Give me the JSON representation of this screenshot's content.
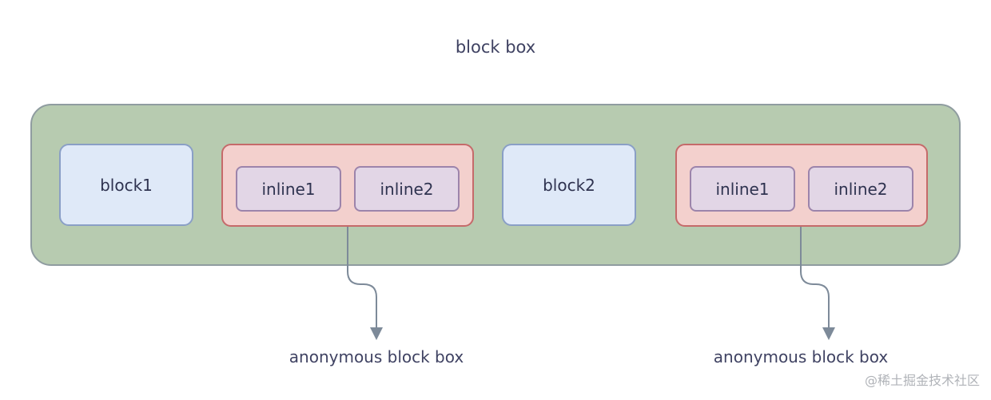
{
  "diagram": {
    "title": "block box",
    "block1": "block1",
    "block2": "block2",
    "group1": {
      "inline1": "inline1",
      "inline2": "inline2"
    },
    "group2": {
      "inline1": "inline1",
      "inline2": "inline2"
    },
    "caption1": "anonymous block box",
    "caption2": "anonymous block box"
  },
  "watermark": "@稀土掘金技术社区",
  "colors": {
    "outer_fill": "#b7cbb0",
    "block_fill": "#dfe9f8",
    "anon_fill": "#f3d0cd",
    "inline_fill": "#e2d6e6",
    "arrow": "#7d8a99"
  }
}
